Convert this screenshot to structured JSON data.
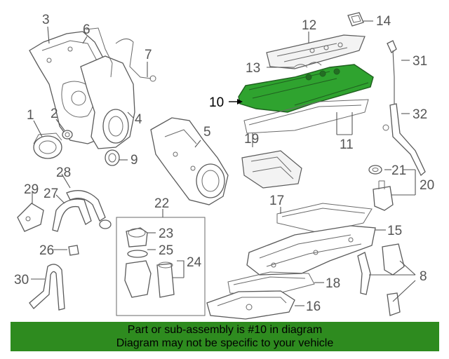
{
  "diagram": {
    "callouts": {
      "c1": "1",
      "c2": "2",
      "c3": "3",
      "c4": "4",
      "c5": "5",
      "c6": "6",
      "c7": "7",
      "c8": "8",
      "c9": "9",
      "c10": "10",
      "c11": "11",
      "c12": "12",
      "c13": "13",
      "c14": "14",
      "c15": "15",
      "c16": "16",
      "c17": "17",
      "c18": "18",
      "c19": "19",
      "c20": "20",
      "c21": "21",
      "c22": "22",
      "c23": "23",
      "c24": "24",
      "c25": "25",
      "c26": "26",
      "c27": "27",
      "c28": "28",
      "c29": "29",
      "c30": "30",
      "c31": "31",
      "c32": "32"
    },
    "highlighted_part": "10",
    "highlight_color": "#2fa32f"
  },
  "banner": {
    "line1": "Part or sub-assembly is #10 in diagram",
    "line2": "Diagram may not be specific to your vehicle",
    "color": "#2e8b1f"
  }
}
